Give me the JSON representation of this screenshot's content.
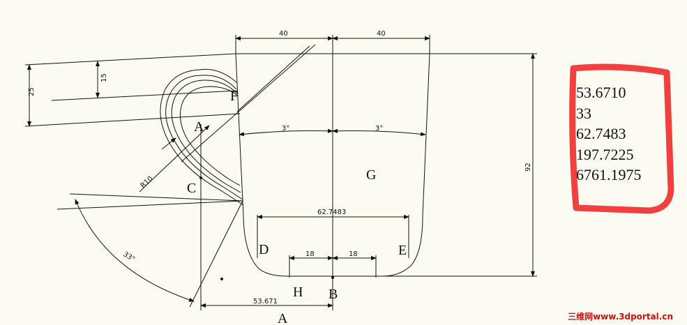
{
  "dimensions": {
    "top_left": "40",
    "top_right": "40",
    "height_right": "92",
    "left_25": "25",
    "left_15": "15",
    "angle_left": "3°",
    "angle_right": "3°",
    "width_mid": "62.7483",
    "bottom_left": "18",
    "bottom_right": "18",
    "bottom_offset": "53.671",
    "radius": "R10",
    "angle_arc": "33°"
  },
  "labels": {
    "A_top": "A",
    "A_bottom": "A",
    "B": "B",
    "C": "C",
    "D": "D",
    "E": "E",
    "F": "F",
    "G": "G",
    "H": "H"
  },
  "results": [
    "53.6710",
    "33",
    "62.7483",
    "197.7225",
    "6761.1975"
  ],
  "watermark": "三维网www.3dportal.cn",
  "colors": {
    "highlight": "#f04040",
    "background": "#fbfbf1",
    "line": "#111111"
  }
}
